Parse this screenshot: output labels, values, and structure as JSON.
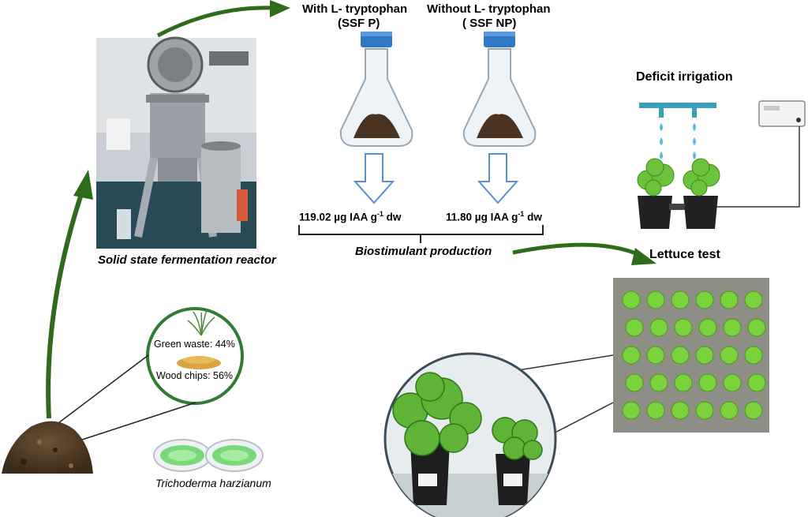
{
  "reactor": {
    "caption": "Solid state fermentation reactor"
  },
  "flasks": {
    "with_title_line1": "With L- tryptophan",
    "with_title_line2": "(SSF P)",
    "without_title_line1": "Without L- tryptophan",
    "without_title_line2": "( SSF NP)",
    "with_value": "119.02 µg IAA g",
    "with_exp": "-1",
    "with_unit": " dw",
    "without_value": "11.80  µg IAA g",
    "without_exp": "-1",
    "without_unit": " dw"
  },
  "biostimulant": {
    "label": "Biostimulant production"
  },
  "irrigation": {
    "title": "Deficit irrigation"
  },
  "lettuce": {
    "title": "Lettuce test"
  },
  "substrate": {
    "green_waste": "Green waste: 44%",
    "wood_chips": "Wood chips: 56%"
  },
  "fungus": {
    "name": "Trichoderma harzianum"
  },
  "colors": {
    "arrow_green": "#2e6b1a",
    "flask_cap": "#2f78c4",
    "down_arrow": "#5a8fd6",
    "pipe": "#3aa0b8",
    "drop": "#5bb7e0",
    "circle_border": "#2e7d32",
    "lettuce": "#6cc23a"
  }
}
